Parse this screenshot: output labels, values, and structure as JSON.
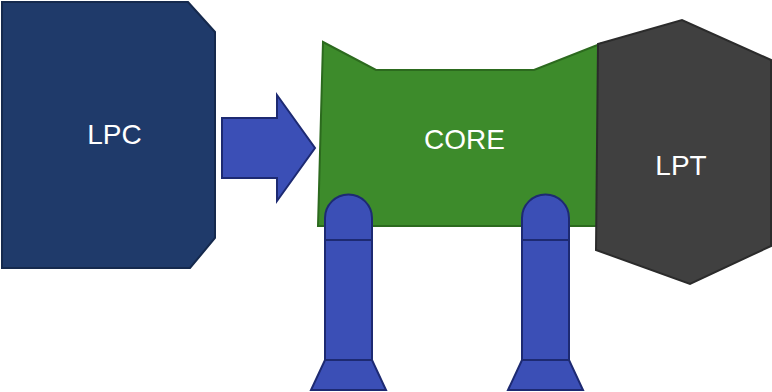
{
  "diagram": {
    "nodes": [
      {
        "text": [
          "LPC"
        ]
      },
      {
        "text": [
          "CORE"
        ]
      },
      {
        "text": [
          "LPT"
        ]
      }
    ],
    "edges": [
      {
        "from": 0,
        "to": 1,
        "arrow": "to"
      }
    ]
  }
}
